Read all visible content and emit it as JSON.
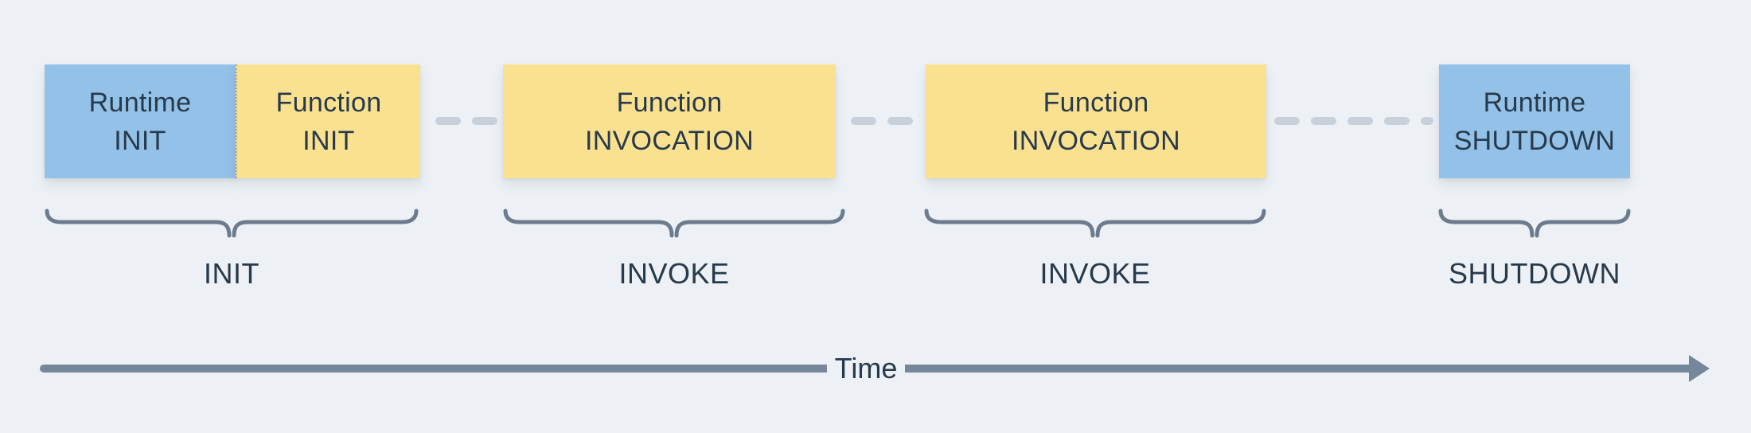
{
  "diagram_name": "lambda-execution-lifecycle",
  "colors": {
    "background": "#EDF1F5",
    "runtime_blue": "#93C1E8",
    "function_yellow": "#FAE190",
    "connector_dash_gray": "#C8D0D9",
    "brace_gray": "#6C7C8E",
    "axis_gray": "#76879B",
    "text_dark": "#273A4C"
  },
  "boxes": [
    {
      "id": "runtime-init",
      "line1": "Runtime",
      "line2": "INIT",
      "color": "runtime_blue"
    },
    {
      "id": "function-init",
      "line1": "Function",
      "line2": "INIT",
      "color": "function_yellow"
    },
    {
      "id": "function-invocation-1",
      "line1": "Function",
      "line2": "INVOCATION",
      "color": "function_yellow"
    },
    {
      "id": "function-invocation-2",
      "line1": "Function",
      "line2": "INVOCATION",
      "color": "function_yellow"
    },
    {
      "id": "runtime-shutdown",
      "line1": "Runtime",
      "line2": "SHUTDOWN",
      "color": "runtime_blue"
    }
  ],
  "phases": [
    {
      "label": "INIT"
    },
    {
      "label": "INVOKE"
    },
    {
      "label": "INVOKE"
    },
    {
      "label": "SHUTDOWN"
    }
  ],
  "connectors": [
    {
      "dashes": 2
    },
    {
      "dashes": 2
    },
    {
      "dashes": 5
    }
  ],
  "axis": {
    "label": "Time"
  }
}
